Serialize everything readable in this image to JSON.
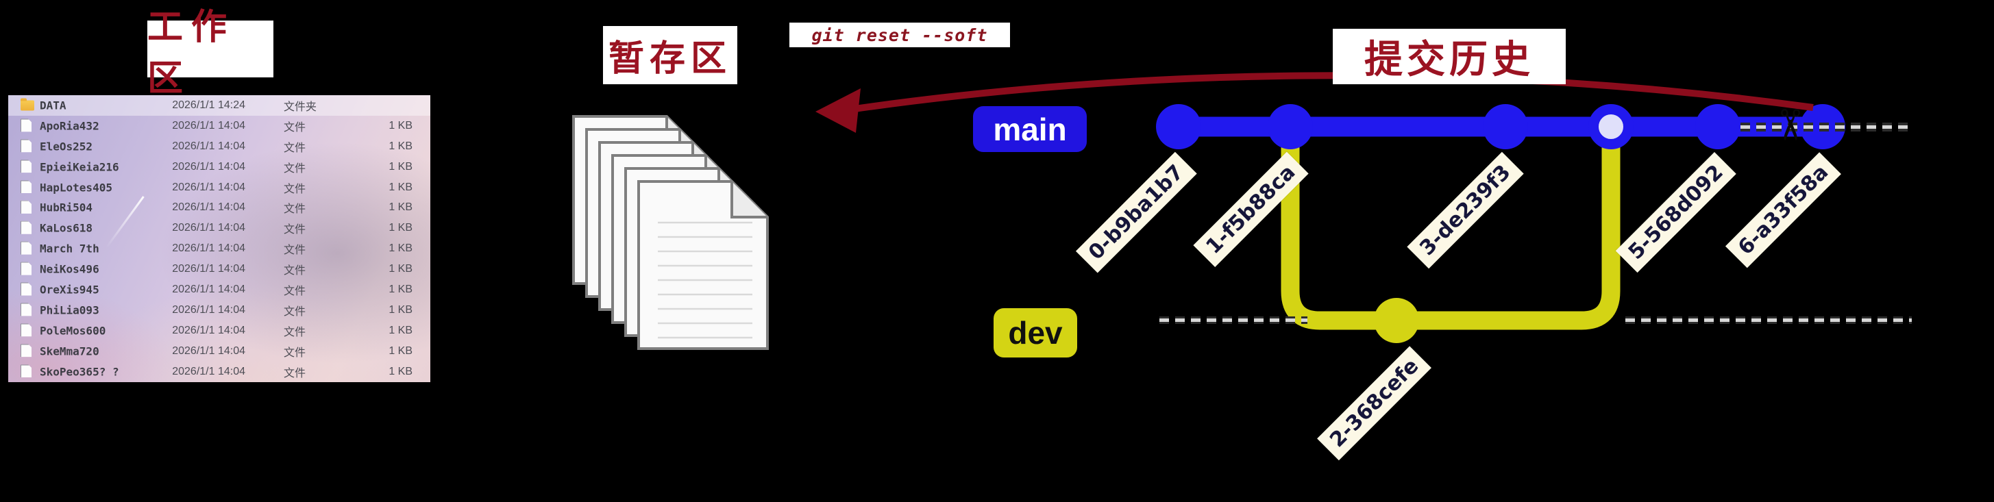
{
  "titles": {
    "workspace": "工作区",
    "staging": "暂存区",
    "history": "提交历史",
    "command": "git reset --soft"
  },
  "explorer": {
    "rows": [
      {
        "name": "DATA",
        "date": "2026/1/1 14:24",
        "type": "文件夹",
        "size": "",
        "kind": "folder"
      },
      {
        "name": "ApoRia432",
        "date": "2026/1/1 14:04",
        "type": "文件",
        "size": "1 KB",
        "kind": "file"
      },
      {
        "name": "EleOs252",
        "date": "2026/1/1 14:04",
        "type": "文件",
        "size": "1 KB",
        "kind": "file"
      },
      {
        "name": "EpieiKeia216",
        "date": "2026/1/1 14:04",
        "type": "文件",
        "size": "1 KB",
        "kind": "file"
      },
      {
        "name": "HapLotes405",
        "date": "2026/1/1 14:04",
        "type": "文件",
        "size": "1 KB",
        "kind": "file"
      },
      {
        "name": "HubRi504",
        "date": "2026/1/1 14:04",
        "type": "文件",
        "size": "1 KB",
        "kind": "file"
      },
      {
        "name": "KaLos618",
        "date": "2026/1/1 14:04",
        "type": "文件",
        "size": "1 KB",
        "kind": "file"
      },
      {
        "name": "March 7th",
        "date": "2026/1/1 14:04",
        "type": "文件",
        "size": "1 KB",
        "kind": "file"
      },
      {
        "name": "NeiKos496",
        "date": "2026/1/1 14:04",
        "type": "文件",
        "size": "1 KB",
        "kind": "file"
      },
      {
        "name": "OreXis945",
        "date": "2026/1/1 14:04",
        "type": "文件",
        "size": "1 KB",
        "kind": "file"
      },
      {
        "name": "PhiLia093",
        "date": "2026/1/1 14:04",
        "type": "文件",
        "size": "1 KB",
        "kind": "file"
      },
      {
        "name": "PoleMos600",
        "date": "2026/1/1 14:04",
        "type": "文件",
        "size": "1 KB",
        "kind": "file"
      },
      {
        "name": "SkeMma720",
        "date": "2026/1/1 14:04",
        "type": "文件",
        "size": "1 KB",
        "kind": "file"
      },
      {
        "name": "SkoPeo365? ?",
        "date": "2026/1/1 14:04",
        "type": "文件",
        "size": "1 KB",
        "kind": "file"
      }
    ]
  },
  "git": {
    "main_badge": "main",
    "dev_badge": "dev",
    "commit_tags": {
      "c0": "0-b9ba1b7",
      "c1": "1-f5b88ca",
      "c2": "2-368cefe",
      "c3": "3-de239f3",
      "c5": "5-568d092",
      "c6": "6-a33f58a"
    },
    "scissors_icon": "✂"
  },
  "colors": {
    "main_branch": "#2119ee",
    "dev_branch": "#d4d414",
    "arrow_red": "#8b0c1c",
    "calligraphy_red": "#9b1322",
    "tag_bg": "#fcf8e6"
  }
}
